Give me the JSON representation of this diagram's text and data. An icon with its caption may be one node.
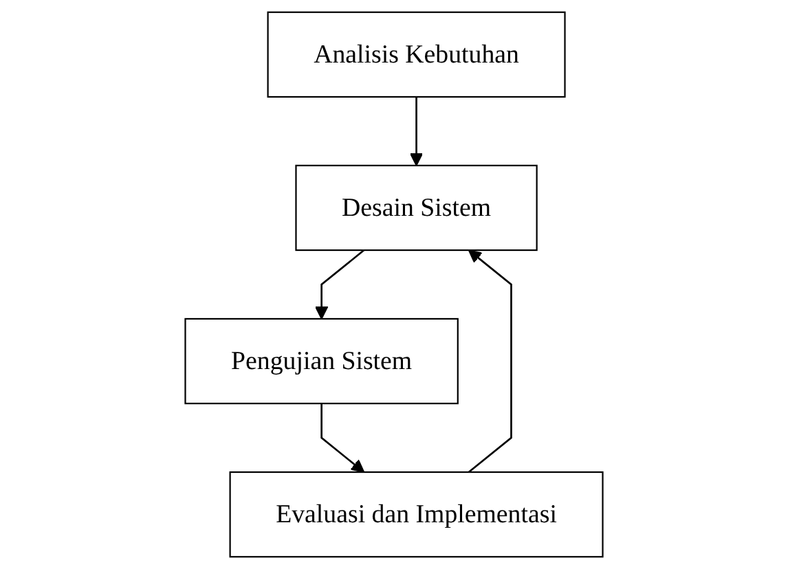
{
  "diagram": {
    "nodes": [
      {
        "text": [
          "Analisis Kebutuhan"
        ]
      },
      {
        "text": [
          "Desain Sistem"
        ]
      },
      {
        "text": [
          "Pengujian Sistem"
        ]
      },
      {
        "text": [
          "Evaluasi dan Implementasi"
        ]
      }
    ],
    "edges": [
      {
        "from": 0,
        "to": 1,
        "arrow": "to"
      },
      {
        "from": 1,
        "to": 2,
        "arrow": "to"
      },
      {
        "from": 2,
        "to": 3,
        "arrow": "to"
      },
      {
        "from": 3,
        "to": 1,
        "arrow": "to"
      }
    ]
  }
}
